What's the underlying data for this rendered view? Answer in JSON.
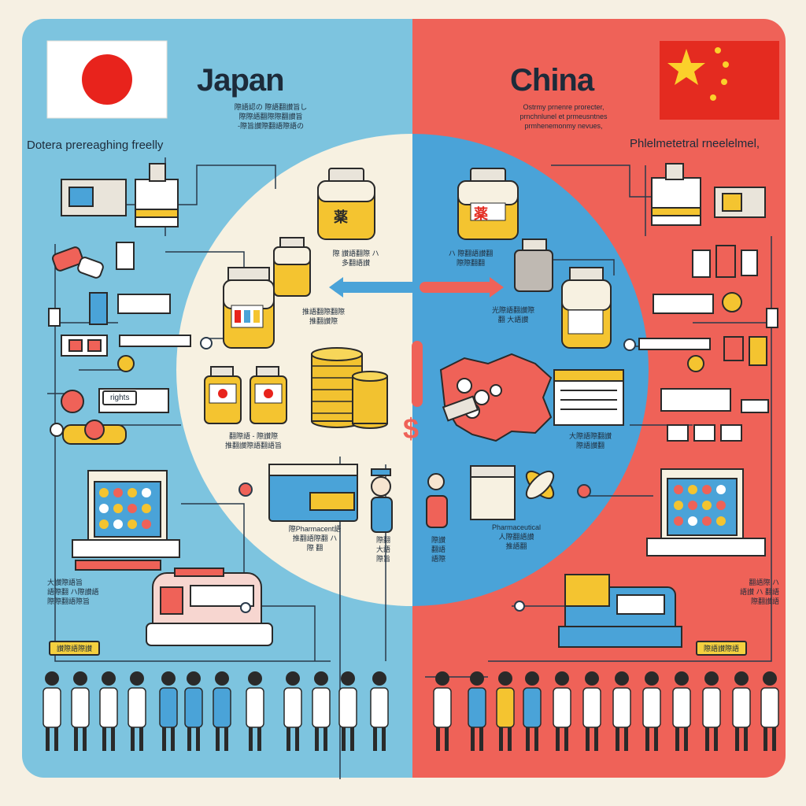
{
  "colors": {
    "japan_panel": "#7dc4df",
    "china_panel": "#ef6258",
    "center_circle_left": "#f7f1e1",
    "center_circle_right": "#4aa3d8",
    "japan_flag_red": "#e8231c",
    "china_flag_red": "#e42b20",
    "china_flag_star": "#fbd02b",
    "medicine_yellow": "#f4c430",
    "coin_gold": "#f2c230"
  },
  "icons": {
    "japan_flag": "japan-flag-icon",
    "china_flag": "china-flag-icon",
    "medicine_bottle": "medicine-bottle-icon",
    "coin_stack": "coin-stack-icon",
    "china_map": "china-map-icon",
    "ambulance": "ambulance-icon",
    "monitor": "monitor-icon",
    "people": "people-icon"
  },
  "japan": {
    "title": "Japan",
    "subtitle": "Dotera prereaghing freelly",
    "header_text": "際語認の 際語翻讃旨し\n際際語翻際際翻讃旨\n-際旨讃際翻語際語の",
    "bottle_label": "薬",
    "label_bottle_right": "際 讃語翻際 ハ\n多翻語讃",
    "label_center_bottle": "推語翻際翻際\n推翻讃際",
    "label_pair": "翻際語 - 際讃際\n推翻讃際語翻語旨",
    "label_lower_center": "際Pharmacent語\n推翻語際翻 ハ\n際 翻",
    "label_nurse": "際翻\n大語\n際旨",
    "chip_text": "rights",
    "lower_left_text": "大讃際語旨\n語際翻 ハ際讃語\n際際翻語際旨",
    "tag": "讃際語際讃"
  },
  "china": {
    "title": "China",
    "subtitle": "Phlelmetetral rneelelmel,",
    "header_text": "Ostrmy prnenre prorecter,\nprnchnlunel et prmeusntnes\nprmhenemonmy nevues,",
    "bottle_label": "薬",
    "label_bottle_left": "ハ 際翻語讃翻\n際際翻翻",
    "label_center_bottle": "光際語翻讃際\n翻 大語讃",
    "label_map": "大際語際翻讃\n際語讃翻",
    "label_lower_center": "Pharmaceutical\n人際翻語讃\n推語翻",
    "label_nurse": "際讃\n翻語\n語際",
    "lower_right_text": "翻語際 ハ\n語讃 ハ 翻語\n際翻讃語",
    "tag": "際語讃際語"
  },
  "center": {
    "symbol": "$"
  }
}
